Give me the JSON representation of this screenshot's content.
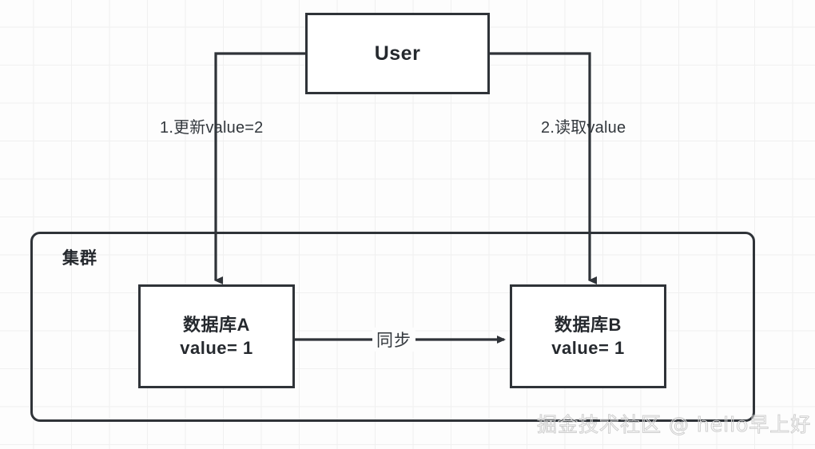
{
  "diagram": {
    "title_node": {
      "label": "User"
    },
    "cluster": {
      "label": "集群"
    },
    "databases": [
      {
        "name": "数据库A",
        "value": "value= 1"
      },
      {
        "name": "数据库B",
        "value": "value= 1"
      }
    ],
    "edges": [
      {
        "id": "update",
        "label": "1.更新value=2"
      },
      {
        "id": "read",
        "label": "2.读取value"
      },
      {
        "id": "sync",
        "label": "同步"
      }
    ],
    "watermark": "掘金技术社区 @ hello早上好",
    "colors": {
      "stroke": "#2f3338",
      "text": "#25292e",
      "background": "#fdfdfd",
      "grid": "#f0f0f0",
      "watermark": "#cfcfcf"
    }
  }
}
